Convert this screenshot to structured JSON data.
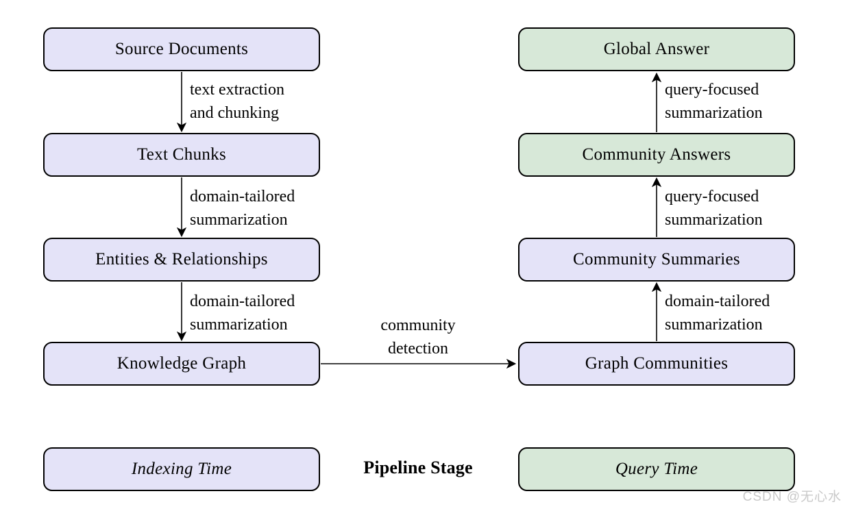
{
  "diagram": {
    "type": "flowchart",
    "colors": {
      "indexing_fill": "#e4e3f8",
      "query_fill": "#d7e8d8",
      "border": "#000000",
      "text": "#000000",
      "watermark": "#c9c9c9"
    },
    "nodes": {
      "source_documents": "Source Documents",
      "text_chunks": "Text Chunks",
      "entities_relationships": "Entities & Relationships",
      "knowledge_graph": "Knowledge Graph",
      "global_answer": "Global Answer",
      "community_answers": "Community Answers",
      "community_summaries": "Community Summaries",
      "graph_communities": "Graph Communities"
    },
    "edges": {
      "extraction": {
        "line1": "text extraction",
        "line2": "and chunking"
      },
      "summarization_left_1": {
        "line1": "domain-tailored",
        "line2": "summarization"
      },
      "summarization_left_2": {
        "line1": "domain-tailored",
        "line2": "summarization"
      },
      "community_detection": {
        "line1": "community",
        "line2": "detection"
      },
      "summarization_right": {
        "line1": "domain-tailored",
        "line2": "summarization"
      },
      "qfs_lower": {
        "line1": "query-focused",
        "line2": "summarization"
      },
      "qfs_upper": {
        "line1": "query-focused",
        "line2": "summarization"
      }
    },
    "legend": {
      "indexing_time": "Indexing Time",
      "pipeline_stage": "Pipeline Stage",
      "query_time": "Query Time"
    },
    "watermark": "CSDN @无心水"
  }
}
